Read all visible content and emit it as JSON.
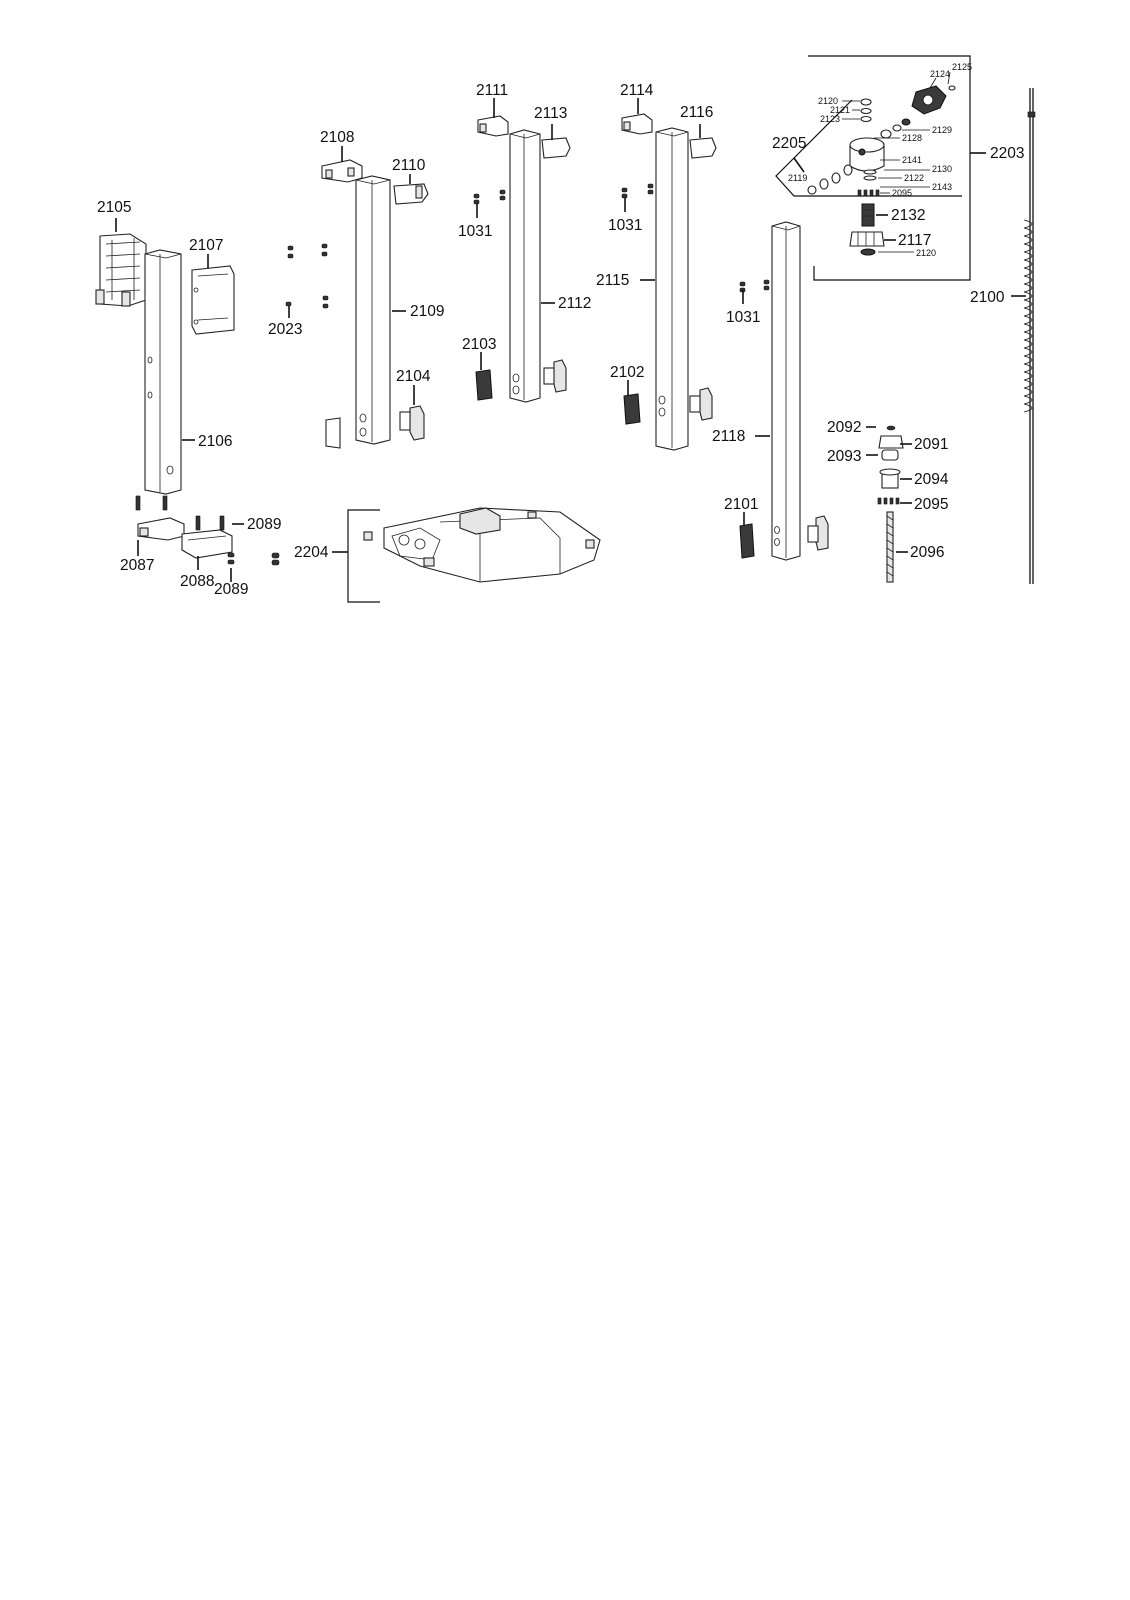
{
  "labels": {
    "p2105": "2105",
    "p2107": "2107",
    "p2106": "2106",
    "p2108": "2108",
    "p2110": "2110",
    "p2109": "2109",
    "p2023": "2023",
    "p2104": "2104",
    "p2111": "2111",
    "p2113": "2113",
    "p2112": "2112",
    "p1031a": "1031",
    "p2103": "2103",
    "p2114": "2114",
    "p2116": "2116",
    "p2115": "2115",
    "p1031b": "1031",
    "p2102": "2102",
    "p1031c": "1031",
    "p2118": "2118",
    "p2101": "2101",
    "p2087": "2087",
    "p2088": "2088",
    "p2089a": "2089",
    "p2089b": "2089",
    "p2204": "2204",
    "p2205": "2205",
    "p2203": "2203",
    "p2132": "2132",
    "p2117": "2117",
    "p2120b": "2120",
    "p2120a": "2120",
    "p2121": "2121",
    "p2123": "2123",
    "p2124": "2124",
    "p2125": "2125",
    "p2129": "2129",
    "p2128": "2128",
    "p2141": "2141",
    "p2130": "2130",
    "p2122": "2122",
    "p2143": "2143",
    "p2095a": "2095",
    "p2119": "2119",
    "p2100": "2100",
    "p2092": "2092",
    "p2091": "2091",
    "p2093": "2093",
    "p2094": "2094",
    "p2095b": "2095",
    "p2096": "2096"
  }
}
